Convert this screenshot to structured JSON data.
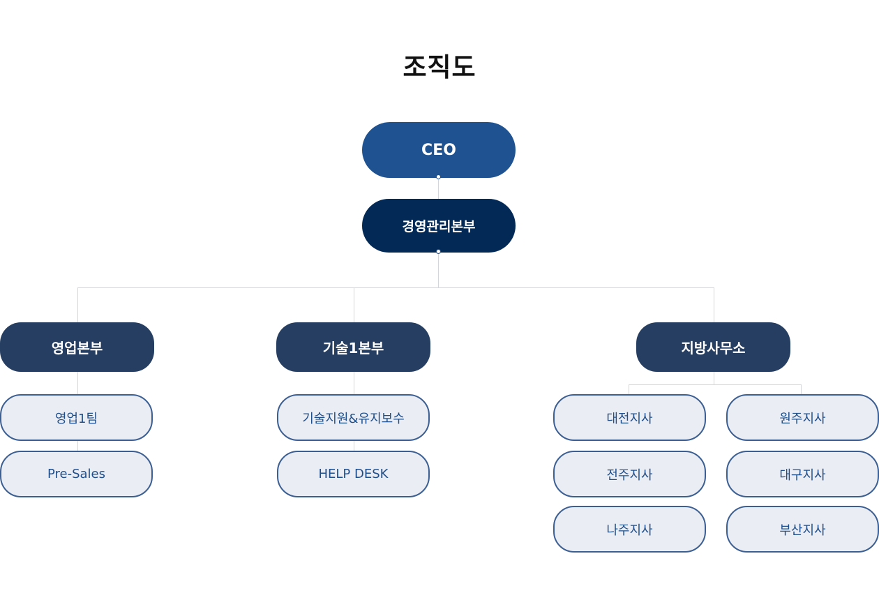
{
  "title": "조직도",
  "ceo": "CEO",
  "management": "경영관리본부",
  "divisions": [
    {
      "label": "영업본부",
      "teams": [
        "영업1팀",
        "Pre-Sales"
      ]
    },
    {
      "label": "기술1본부",
      "teams": [
        "기술지원&유지보수",
        "HELP DESK"
      ]
    },
    {
      "label": "지방사무소",
      "teams": [
        "대전지사",
        "원주지사",
        "전주지사",
        "대구지사",
        "나주지사",
        "부산지사"
      ]
    }
  ],
  "colors": {
    "ceo": "#1e5290",
    "management": "#032a56",
    "division": "#253e62",
    "team_bg": "#ebedf4",
    "team_border": "#3b5f92",
    "team_text": "#1e4f8c",
    "connector": "#d3d6db"
  }
}
